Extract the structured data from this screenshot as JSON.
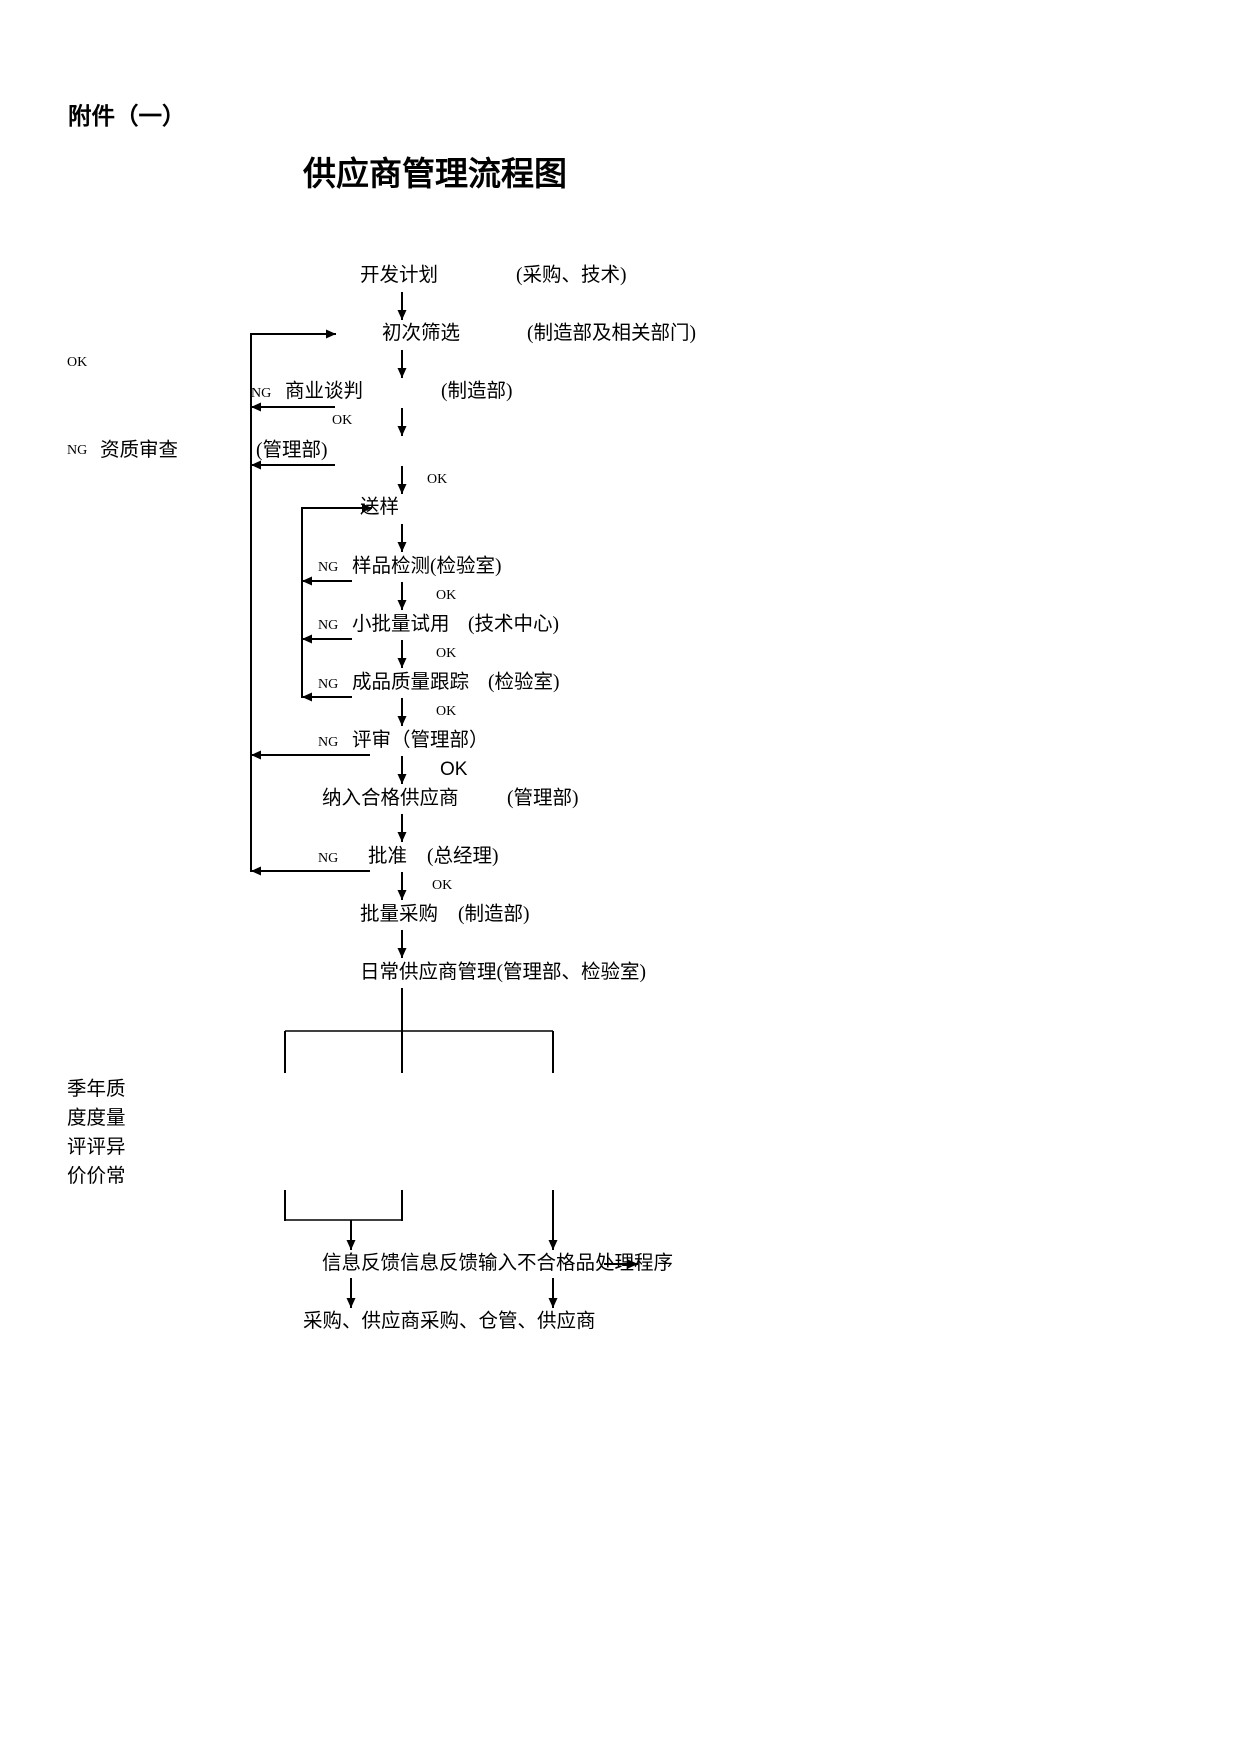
{
  "header": {
    "attachment": "附件（一）",
    "title": "供应商管理流程图"
  },
  "branch": {
    "ok": "OK",
    "ng": "NG"
  },
  "nodes": {
    "plan": {
      "label": "开发计划",
      "dept": "(采购、技术)"
    },
    "screening": {
      "label": "初次筛选",
      "dept": "(制造部及相关部门)"
    },
    "negotiation": {
      "label": "商业谈判",
      "dept": "(制造部)"
    },
    "qualification": {
      "label": "资质审查",
      "dept": "(管理部)"
    },
    "sampling": {
      "label": "送样"
    },
    "sample_test": {
      "label": "样品检测",
      "dept": "(检验室)"
    },
    "trial": {
      "label": "小批量试用",
      "dept": "(技术中心)"
    },
    "tracking": {
      "label": "成品质量跟踪",
      "dept": "(检验室)"
    },
    "review": {
      "label": "评审",
      "dept": "（管理部）"
    },
    "qualified": {
      "label": "纳入合格供应商",
      "dept": "(管理部)"
    },
    "approval": {
      "label": "批准",
      "dept": "(总经理)"
    },
    "purchase": {
      "label": "批量采购",
      "dept": "(制造部)"
    },
    "daily": {
      "label": "日常供应商管理",
      "dept": "(管理部、检验室)"
    }
  },
  "evaluation_rows": [
    "季年质",
    "度度量",
    "评评异",
    "价价常"
  ],
  "feedback_line": "信息反馈信息反馈输入不合格品处理程序",
  "recipients_line": "采购、供应商采购、仓管、供应商"
}
